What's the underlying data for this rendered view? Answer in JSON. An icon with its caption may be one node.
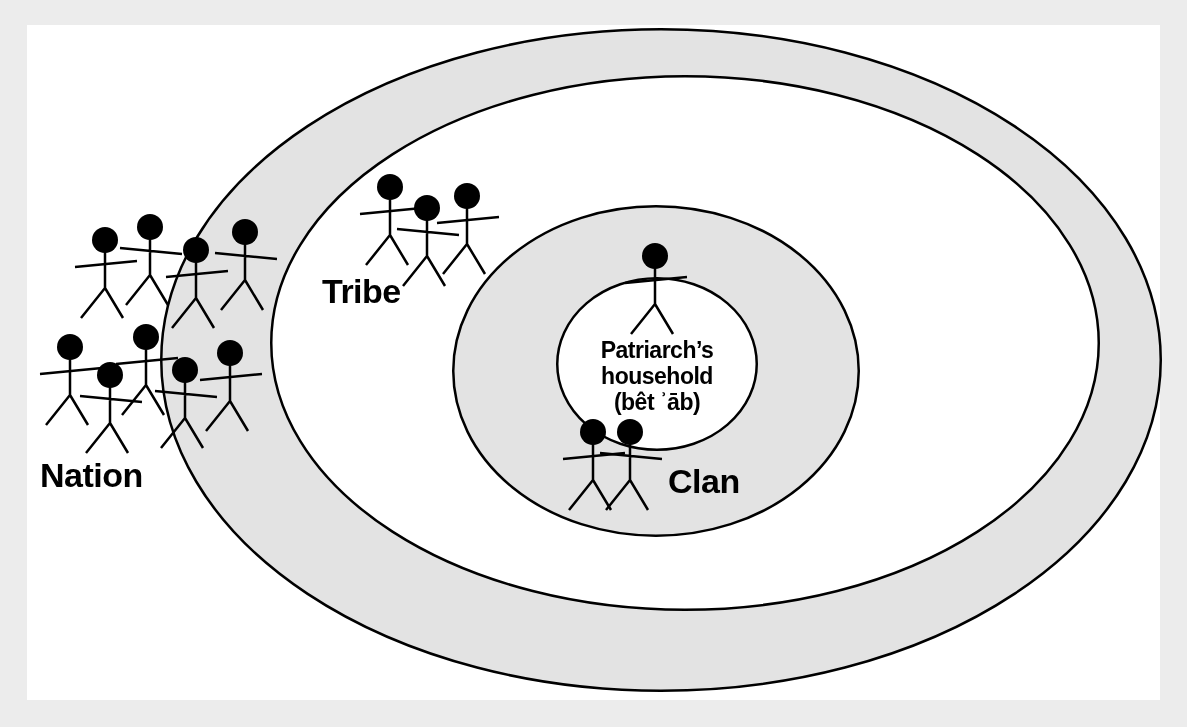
{
  "diagram": {
    "nodes": [
      {
        "text": [
          "Nation"
        ]
      },
      {
        "text": [
          "Tribe"
        ],
        "in": 0
      },
      {
        "text": [
          "Clan"
        ],
        "in": 1
      },
      {
        "text": [
          "Patriarch’s household (bêt ʾāb)"
        ],
        "in": 2
      }
    ]
  }
}
